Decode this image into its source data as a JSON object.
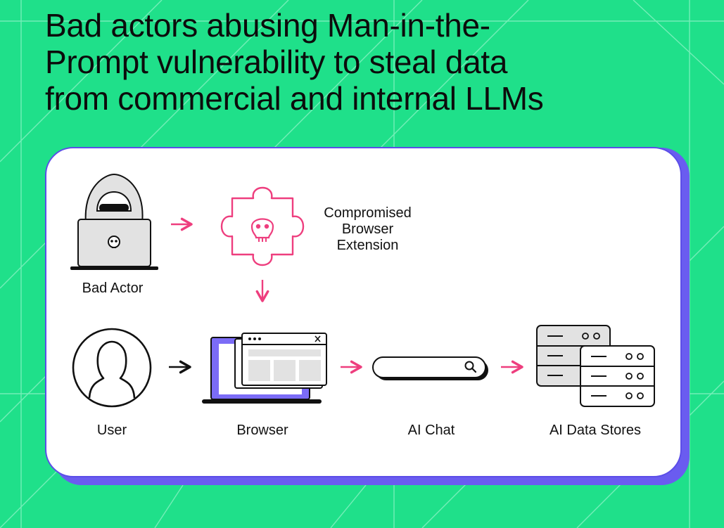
{
  "title": {
    "lines": [
      "Bad actors abusing Man-in-the-",
      "Prompt vulnerability to steal data",
      "from commercial and internal LLMs"
    ]
  },
  "nodes": {
    "bad_actor": "Bad Actor",
    "extension": [
      "Compromised",
      "Browser",
      "Extension"
    ],
    "user": "User",
    "browser": "Browser",
    "ai_chat": "AI Chat",
    "ai_data_stores": "AI Data Stores"
  },
  "icons": {
    "bad_actor": "hooded-hacker-laptop-icon",
    "extension": "puzzle-skull-icon",
    "user": "user-avatar-icon",
    "browser": "laptop-browser-window-icon",
    "ai_chat": "search-bar-icon",
    "ai_data_stores": "server-rack-icon"
  },
  "colors": {
    "background": "#1fe08a",
    "card": "#ffffff",
    "card_shadow": "#6a5cf0",
    "accent_pink": "#ee3e7e",
    "accent_purple": "#7b6cf6",
    "ink": "#111111"
  }
}
